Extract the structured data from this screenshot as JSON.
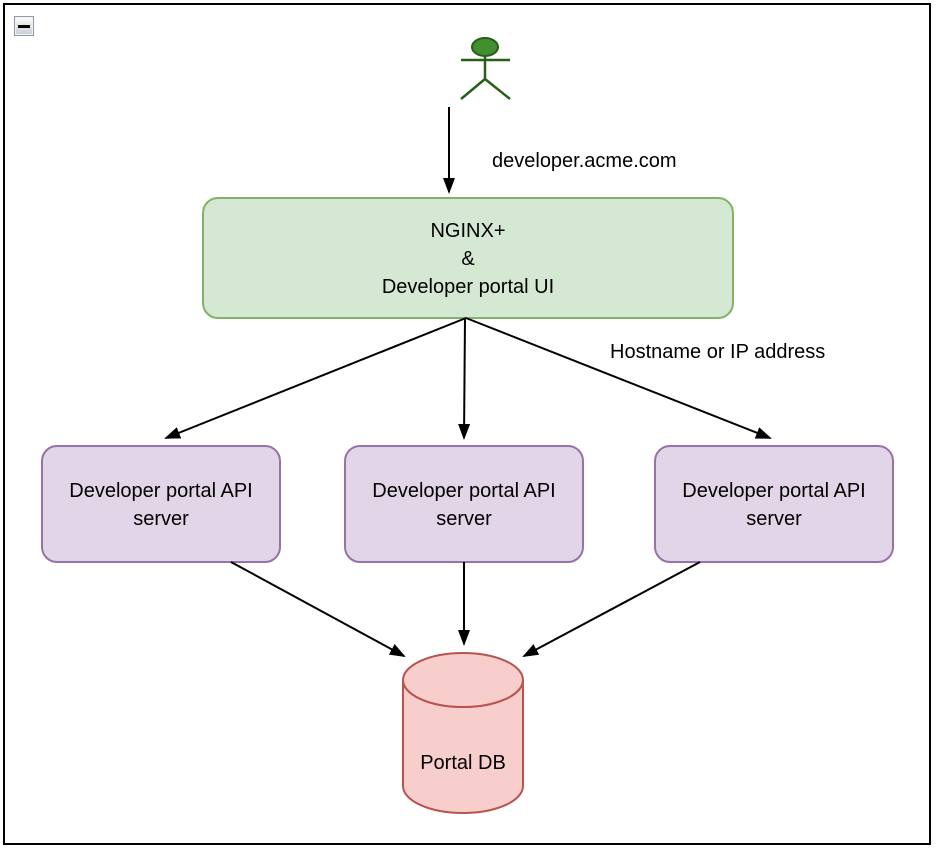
{
  "window": {
    "collapse_icon": "−"
  },
  "colors": {
    "frame_border": "#000000",
    "edge": "#000000",
    "text": "#000000",
    "gateway_fill": "#d5e8d4",
    "gateway_stroke": "#82b366",
    "api_fill": "#e1d5e7",
    "api_stroke": "#9673a6",
    "db_fill": "#f8cecc",
    "db_stroke": "#b85450",
    "actor_fill": "#428f2f",
    "actor_stroke": "#275f19"
  },
  "diagram": {
    "edge_labels": {
      "user_to_gateway": "developer.acme.com",
      "gateway_to_api": "Hostname or IP address"
    },
    "nodes": {
      "gateway": {
        "line1": "NGINX+",
        "line2": "&",
        "line3": "Developer portal UI"
      },
      "api_servers": [
        {
          "line1": "Developer portal API",
          "line2": "server"
        },
        {
          "line1": "Developer portal API",
          "line2": "server"
        },
        {
          "line1": "Developer portal API",
          "line2": "server"
        }
      ],
      "database": {
        "label": "Portal DB"
      }
    }
  }
}
